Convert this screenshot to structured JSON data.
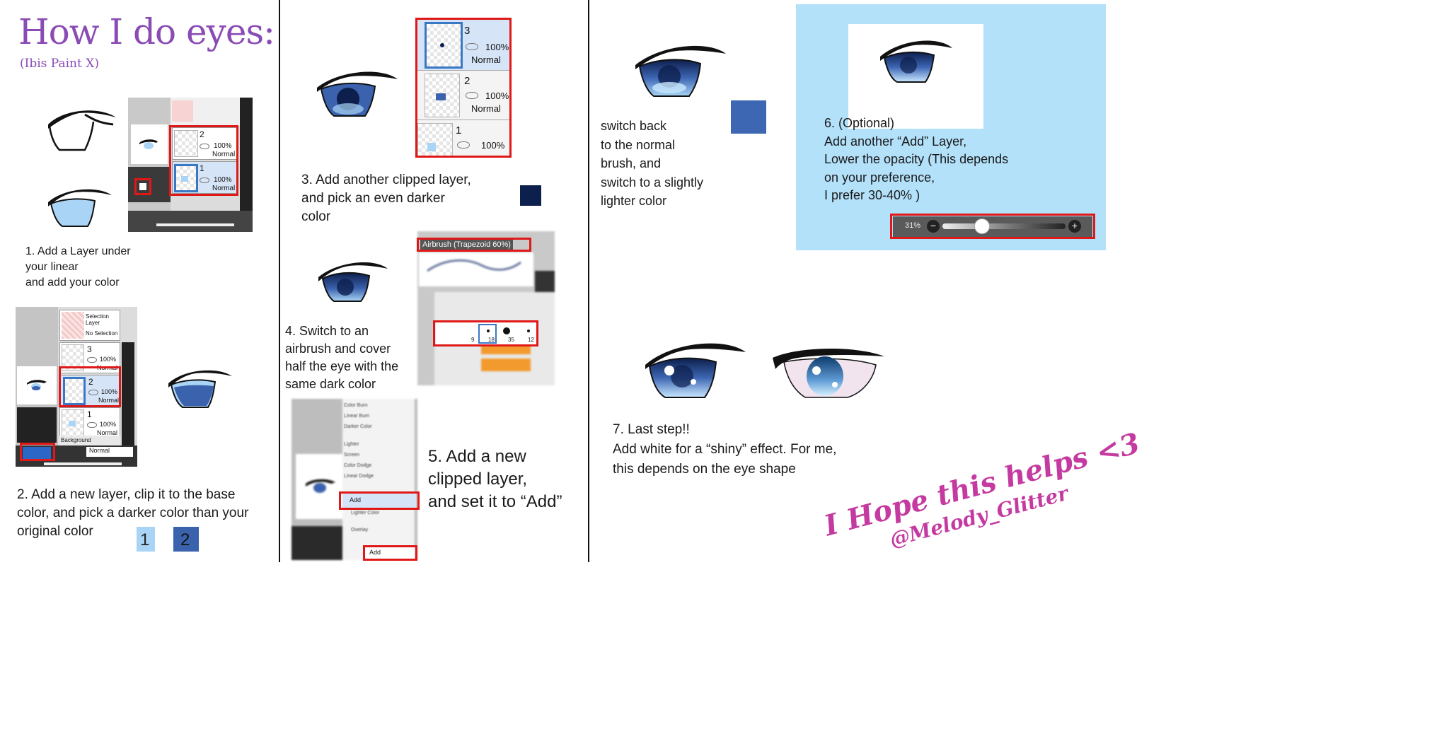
{
  "title": "How I do eyes:",
  "subtitle": "(Ibis Paint X)",
  "steps": {
    "s1": "1. Add a Layer under\nyour linear\nand add your color",
    "s2": "2. Add a new layer, clip it to the base\n color, and pick a darker color than your\noriginal color",
    "s3": "3. Add another clipped layer,\nand pick an even darker\ncolor",
    "s4": "4. Switch to an\nairbrush and cover\nhalf the eye with the\nsame dark color",
    "s5": "5. Add a new\n clipped layer,\n and set it to “Add”",
    "s5b": " switch back\n to the normal\n brush, and\nswitch to a slightly\n  lighter color",
    "s6": "  6. (Optional)\nAdd another “Add” Layer,\nLower the opacity (This depends\non your preference,\nI prefer 30-40% )",
    "s7": "7. Last step!!\nAdd white for a “shiny” effect. For me,\n this depends on the eye shape"
  },
  "swatch_labels": {
    "one": "1",
    "two": "2"
  },
  "layers": {
    "selection_layer": "Selection Layer",
    "no_selection": "No Selection",
    "background": "Background",
    "opacity": "100%",
    "mode": "Normal",
    "layer_1": "1",
    "layer_2": "2",
    "layer_3": "3"
  },
  "brush": {
    "name": "Airbrush (Trapezoid 60%)",
    "sizes": [
      "9",
      "18",
      "35",
      "12"
    ]
  },
  "blend_menu": {
    "items": [
      "Color Burn",
      "Linear Burn",
      "Darker Color",
      "Lighter",
      "Screen",
      "Color Dodge",
      "Linear Dodge",
      "Add",
      "Lighter Color",
      "Overlay"
    ],
    "selected": "Add"
  },
  "opacity_slider": {
    "label": "31%",
    "value": 0.31
  },
  "signature": {
    "line1": "I Hope this helps <3",
    "line2": "@Melody_Glitter"
  },
  "colors": {
    "title": "#8a4bb5",
    "highlight": "#e01818",
    "base_light_blue": "#a9d4f5",
    "mid_blue": "#3b62ad",
    "dark_navy": "#0d1f4d",
    "lighter_blue": "#3d66b3",
    "panel_sky": "#b3e1fa",
    "signature": "#c43aa0"
  }
}
